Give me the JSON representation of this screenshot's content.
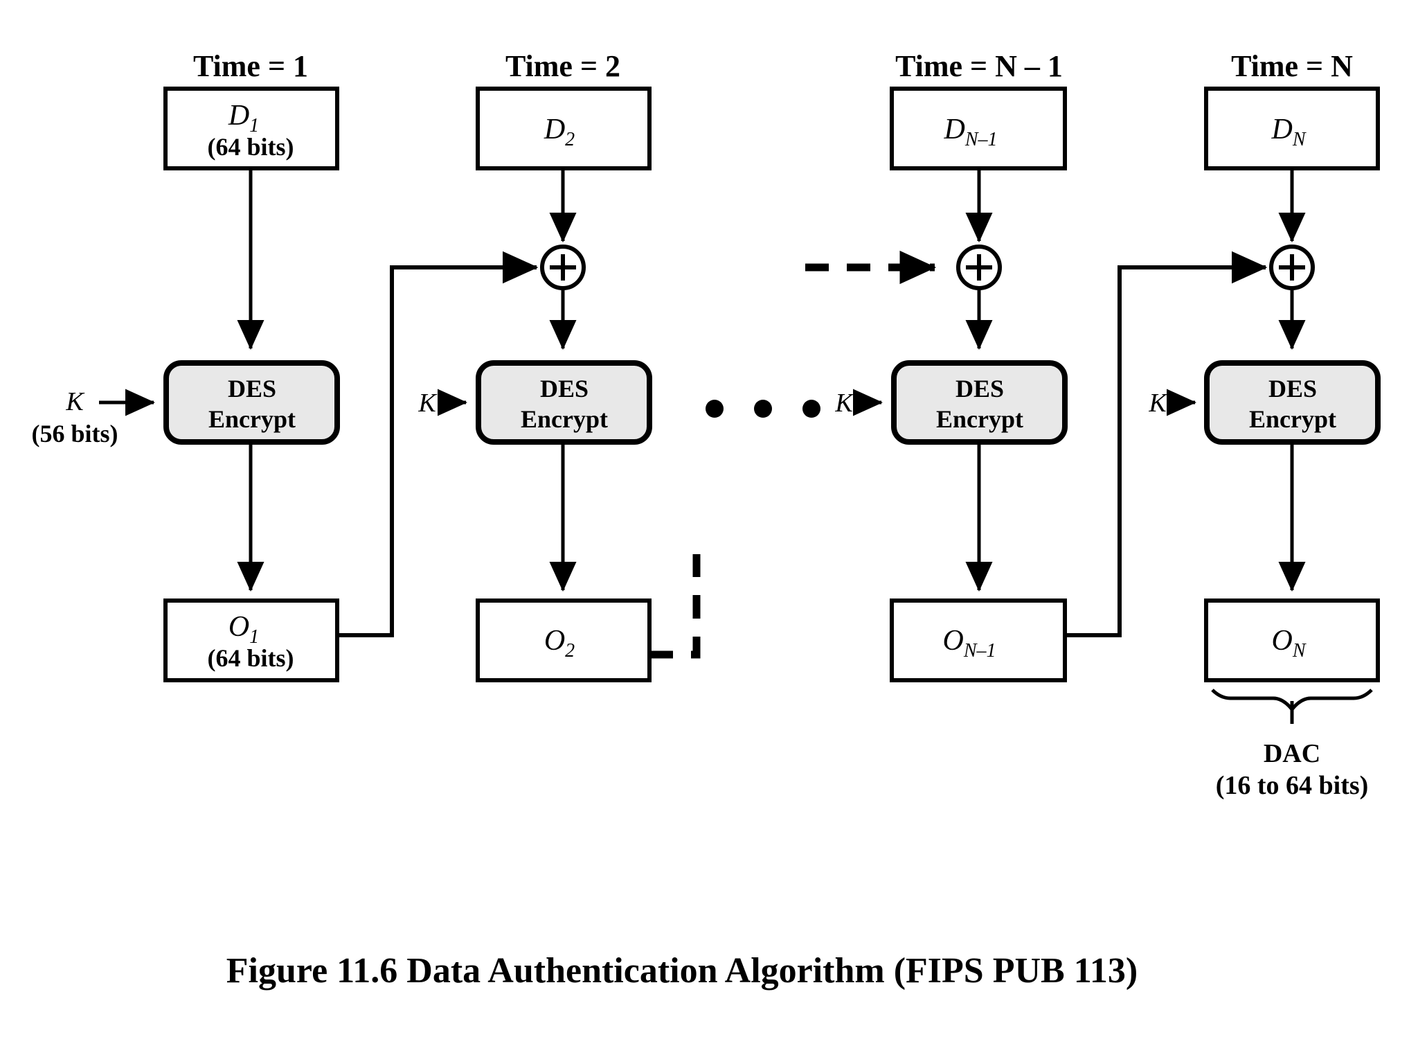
{
  "figure": {
    "caption": "Figure 11.6   Data Authentication Algorithm (FIPS PUB 113)",
    "background_color": "#ffffff",
    "line_color": "#000000",
    "des_fill_color": "#e8e8e8"
  },
  "columns": [
    {
      "time_label": "Time = 1",
      "data_block": {
        "symbol": "D",
        "subscript": "1",
        "size_note": "(64 bits)"
      },
      "cipher": {
        "line1": "DES",
        "line2": "Encrypt"
      },
      "key": {
        "symbol": "K",
        "size_note": "(56 bits)"
      },
      "output_block": {
        "symbol": "O",
        "subscript": "1",
        "size_note": "(64 bits)"
      },
      "has_xor": false
    },
    {
      "time_label": "Time = 2",
      "data_block": {
        "symbol": "D",
        "subscript": "2",
        "size_note": ""
      },
      "cipher": {
        "line1": "DES",
        "line2": "Encrypt"
      },
      "key": {
        "symbol": "K",
        "size_note": ""
      },
      "output_block": {
        "symbol": "O",
        "subscript": "2",
        "size_note": ""
      },
      "has_xor": true
    },
    {
      "time_label": "Time = N – 1",
      "data_block": {
        "symbol": "D",
        "subscript": "N–1",
        "size_note": ""
      },
      "cipher": {
        "line1": "DES",
        "line2": "Encrypt"
      },
      "key": {
        "symbol": "K",
        "size_note": ""
      },
      "output_block": {
        "symbol": "O",
        "subscript": "N–1",
        "size_note": ""
      },
      "has_xor": true
    },
    {
      "time_label": "Time = N",
      "data_block": {
        "symbol": "D",
        "subscript": "N",
        "size_note": ""
      },
      "cipher": {
        "line1": "DES",
        "line2": "Encrypt"
      },
      "key": {
        "symbol": "K",
        "size_note": ""
      },
      "output_block": {
        "symbol": "O",
        "subscript": "N",
        "size_note": ""
      },
      "has_xor": true
    }
  ],
  "result": {
    "label": "DAC",
    "size_note": "(16 to 64 bits)"
  },
  "ellipsis": {
    "dot_count": 3,
    "meaning": "continuation-of-stages"
  },
  "operators": {
    "xor_symbol": "+",
    "xor_meaning": "bitwise-exclusive-or"
  },
  "chart_data": {
    "type": "diagram",
    "title": "Data Authentication Algorithm (FIPS PUB 113)",
    "nodes": [
      "D1 (64 bits)",
      "DES Encrypt 1",
      "O1 (64 bits)",
      "D2",
      "XOR 2",
      "DES Encrypt 2",
      "O2",
      "DN-1",
      "XOR N-1",
      "DES Encrypt N-1",
      "ON-1",
      "DN",
      "XOR N",
      "DES Encrypt N",
      "ON",
      "DAC (16 to 64 bits)"
    ],
    "edges": [
      "D1 -> DES Encrypt 1",
      "K -> DES Encrypt 1",
      "DES Encrypt 1 -> O1",
      "O1 -> XOR 2",
      "D2 -> XOR 2",
      "XOR 2 -> DES Encrypt 2",
      "K -> DES Encrypt 2",
      "DES Encrypt 2 -> O2",
      "O2 -> (dashed continuation)",
      "(dashed continuation) -> XOR N-1",
      "DN-1 -> XOR N-1",
      "XOR N-1 -> DES Encrypt N-1",
      "K -> DES Encrypt N-1",
      "DES Encrypt N-1 -> ON-1",
      "ON-1 -> XOR N",
      "DN -> XOR N",
      "XOR N -> DES Encrypt N",
      "K -> DES Encrypt N",
      "DES Encrypt N -> ON",
      "ON -> DAC (16 to 64 bits)"
    ]
  }
}
